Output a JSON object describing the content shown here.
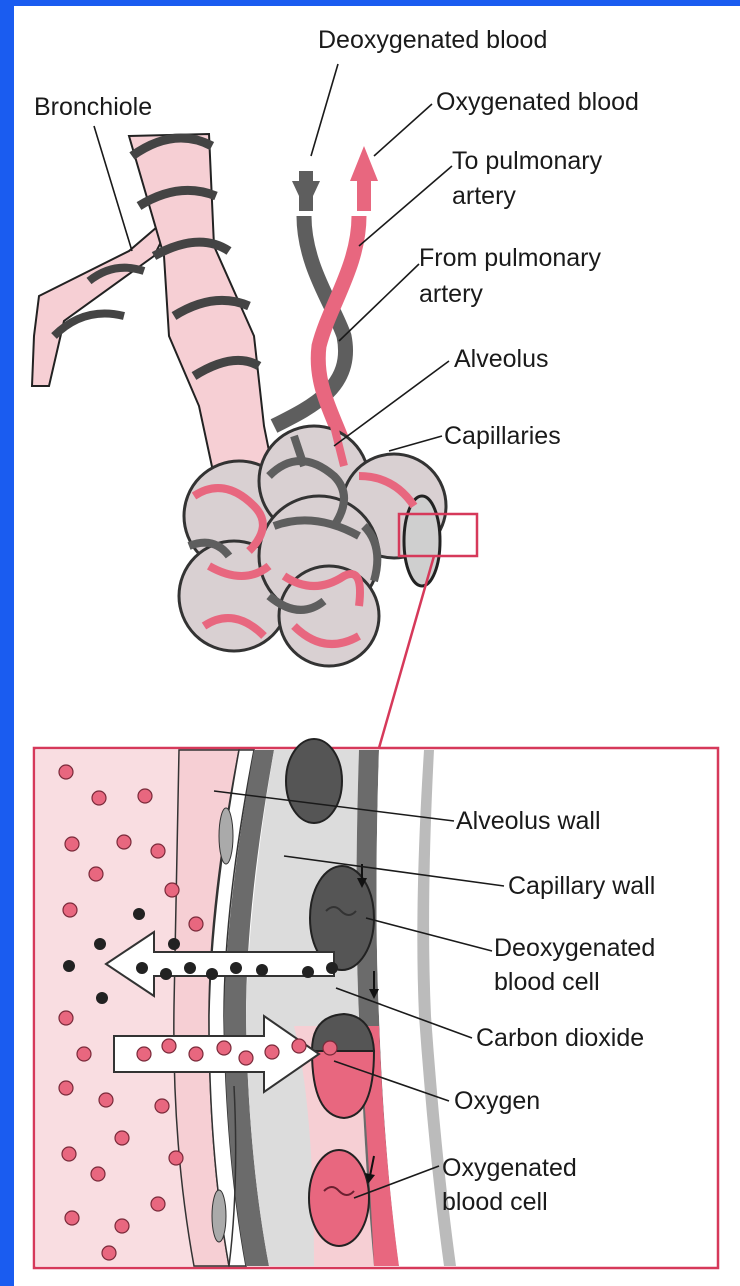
{
  "labels": {
    "deoxygenated_blood": "Deoxygenated blood",
    "oxygenated_blood": "Oxygenated blood",
    "bronchiole": "Bronchiole",
    "to_pulmonary_1": "To pulmonary",
    "to_pulmonary_2": "artery",
    "from_pulmonary_1": "From pulmonary",
    "from_pulmonary_2": "artery",
    "alveolus": "Alveolus",
    "capillaries": "Capillaries",
    "alveolus_wall": "Alveolus wall",
    "capillary_wall": "Capillary wall",
    "deoxy_cell_1": "Deoxygenated",
    "deoxy_cell_2": "blood cell",
    "carbon_dioxide": "Carbon dioxide",
    "oxygen": "Oxygen",
    "oxy_cell_1": "Oxygenated",
    "oxy_cell_2": "blood cell"
  },
  "colors": {
    "frame_blue": "#1a5cf0",
    "pink": "#e8677f",
    "light_pink": "#f6cfd4",
    "vessel_gray": "#5e5e5e",
    "dark": "#1a1a1a"
  }
}
